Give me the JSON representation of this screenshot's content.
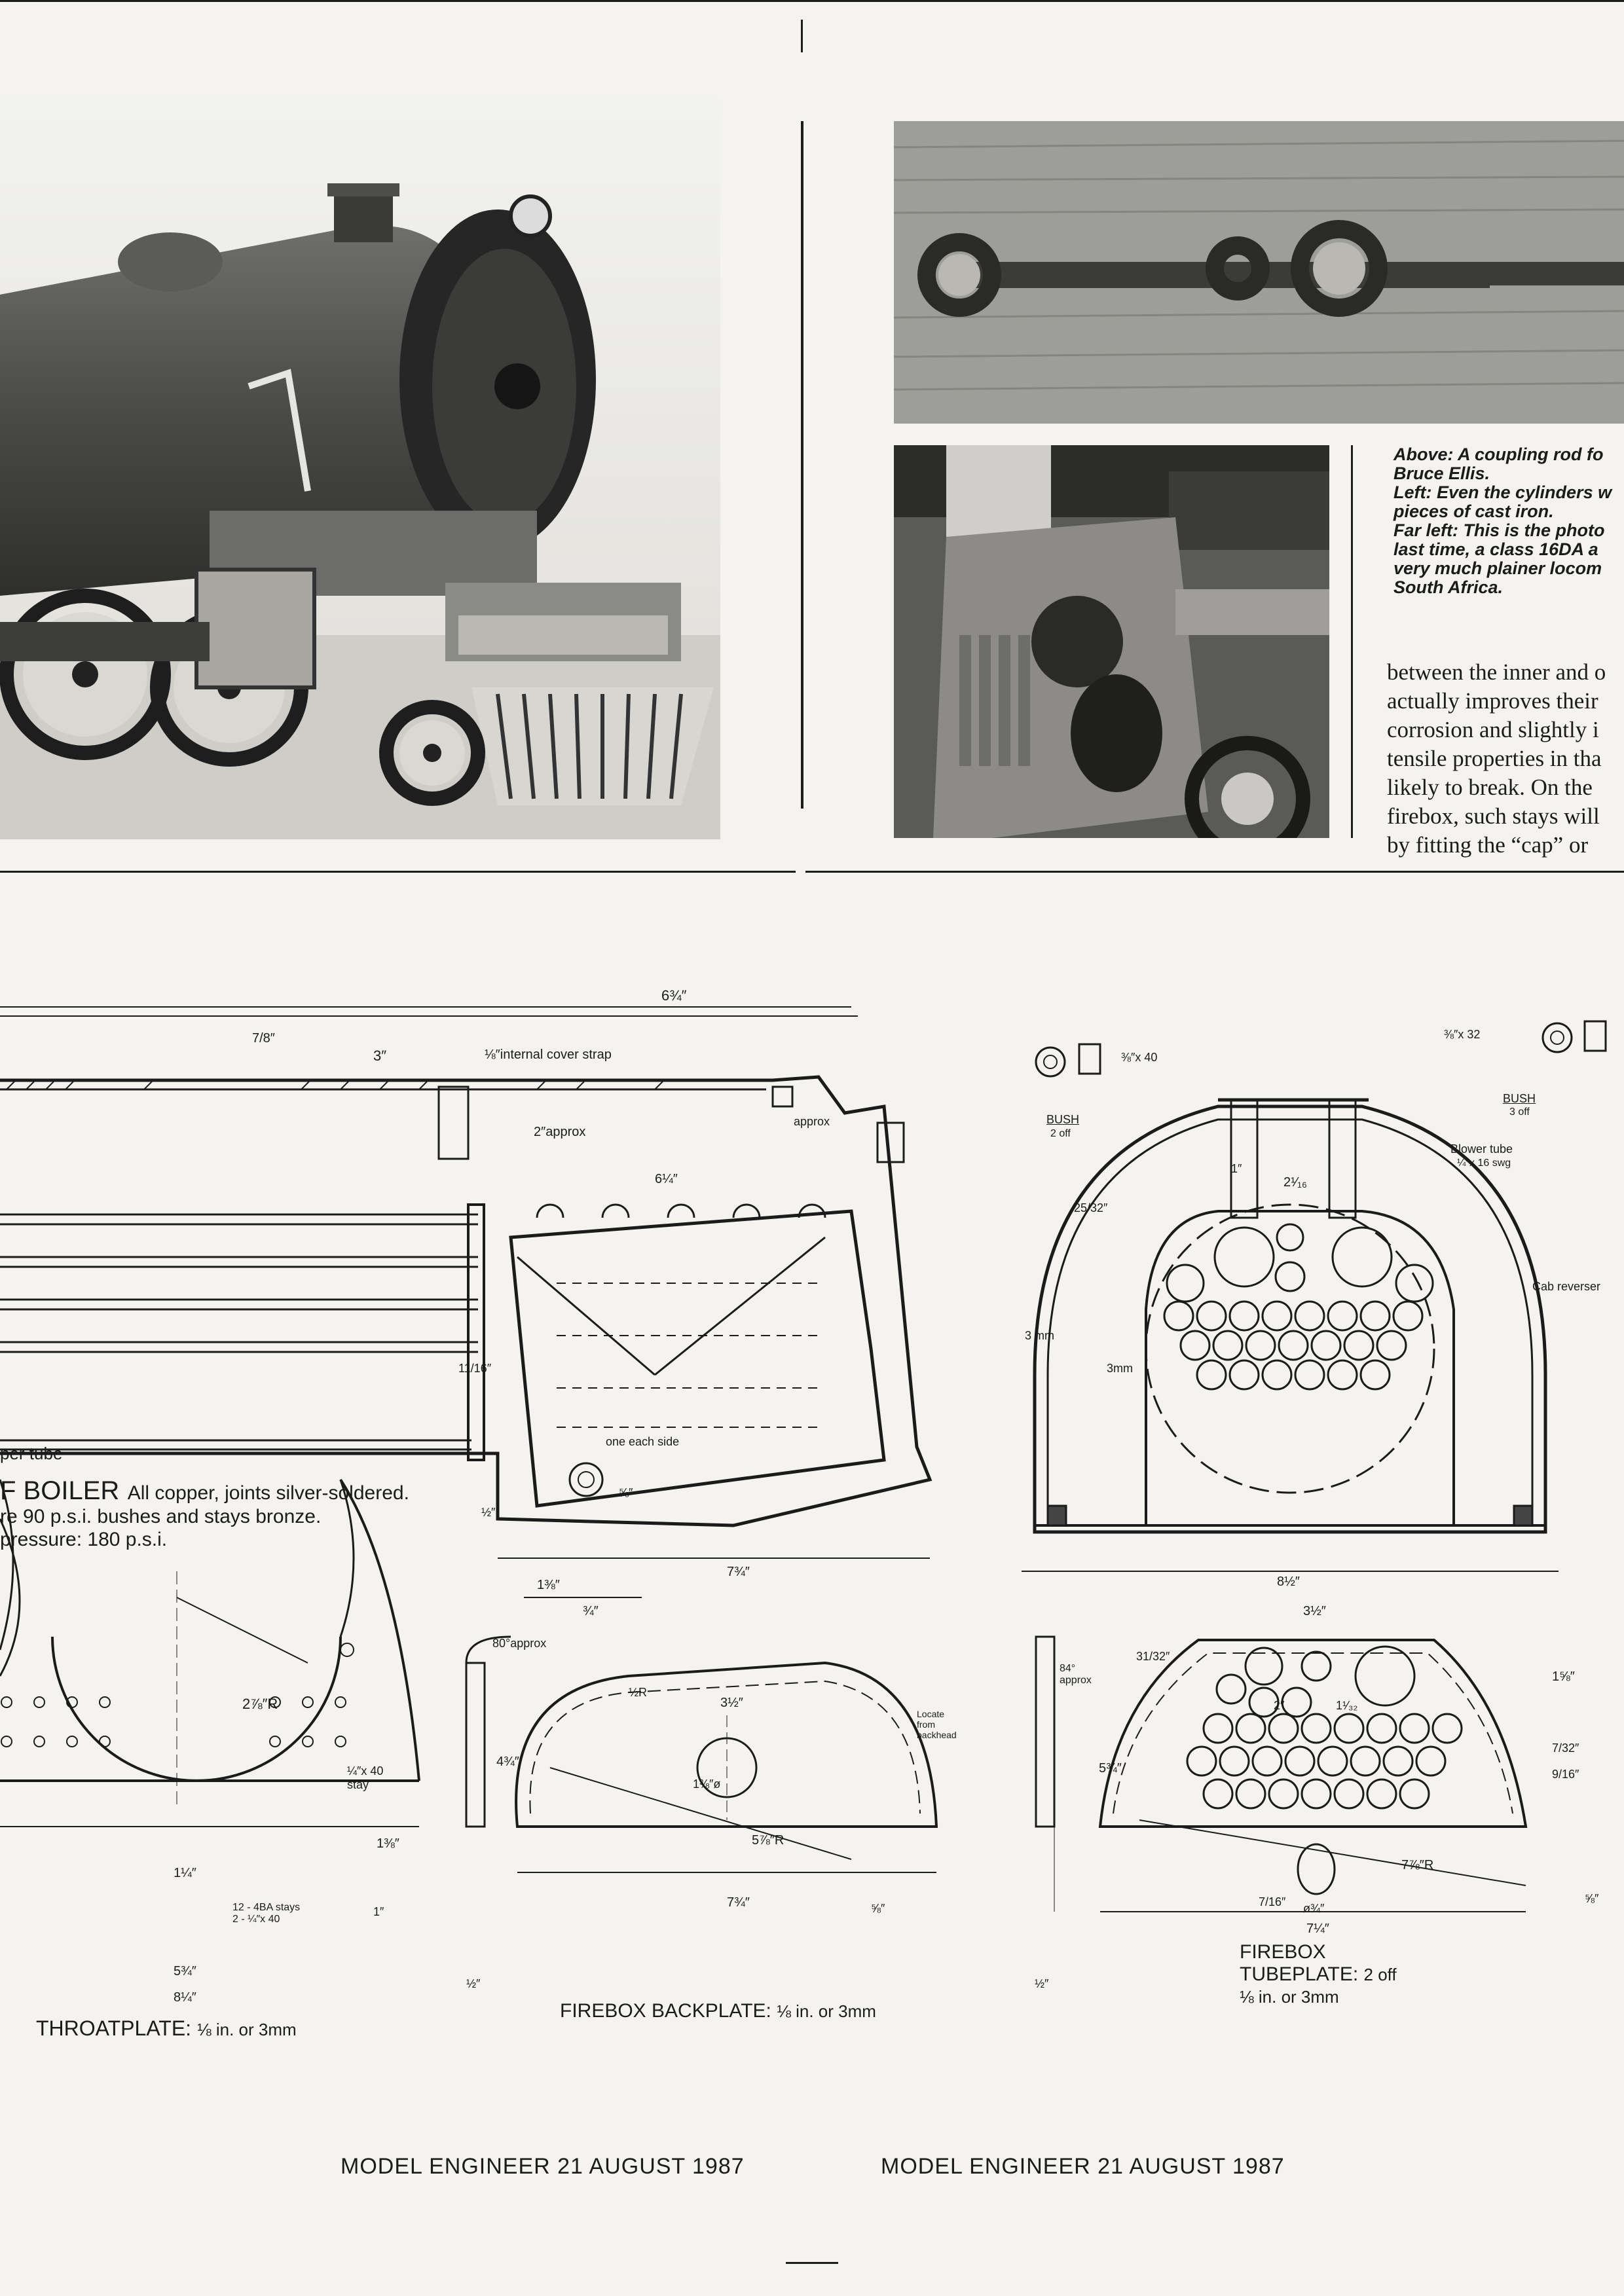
{
  "captions": {
    "lines": [
      "Above: A coupling rod fo",
      "Bruce Ellis.",
      "Left: Even the cylinders w",
      "pieces of cast iron.",
      "Far left: This is the photo",
      "last time, a class 16DA a",
      "very much plainer locom",
      "South Africa."
    ]
  },
  "article": {
    "lines": [
      "between the inner and o",
      "actually improves their",
      "corrosion and slightly i",
      "tensile properties in tha",
      "likely to break. On the",
      "firebox, such stays will",
      "by fitting the “cap” or"
    ]
  },
  "drawing": {
    "boiler_title": "F BOILER",
    "boiler_note1": "All copper, joints silver-soldered.",
    "boiler_note2": "re 90 p.s.i.   bushes and stays bronze.",
    "boiler_note3": "pressure: 180 p.s.i.",
    "copper_tube": "per tube",
    "dim_top": "6¾″",
    "dim_7_8": "7/8″",
    "dim_3": "3″",
    "cover_strap": "⅛″internal cover strap",
    "dim_2_approx": "2″approx",
    "approx": "approx",
    "one_each_side": "one each side",
    "dim_7_3_4": "7¾″",
    "dim_1_3_8": "1⅜″",
    "dim_3_4": "¾″",
    "dim_1_2": "½″",
    "dim_6_1_4": "6¼″",
    "dim_11_16": "11/16″",
    "dim_5_8": "⅝″",
    "bush_g": "BUSH",
    "bush_g_count": "2 off",
    "bush_h": "BUSH",
    "bush_h_count": "3 off",
    "blower_tube": "Blower tube",
    "blower_size": "¼″x 16 swg",
    "cab_reverser": "Cab reverser",
    "dim_3mm_a": "3 mm",
    "dim_3mm_b": "3mm",
    "dim_8_1_2": "8½″",
    "dim_2_1_16": "2¹⁄₁₆",
    "dim_1": "1″",
    "dim_25_32": "25/32″",
    "size_3_8_40": "⅜″x 40",
    "size_3_8_32": "⅜″x 32",
    "throatplate_title": "THROATPLATE:",
    "throatplate_size": "⅛ in. or 3mm",
    "throat_stay": "¼″x 40\nstay",
    "throat_stays": "12 - 4BA stays\n2 - ¼″x 40",
    "throat_r": "2⅞″R",
    "throat_w1": "5¾″",
    "throat_w2": "8¼″",
    "throat_h": "1⅜″",
    "throat_1": "1″",
    "throat_1_1_4": "1¼″",
    "backplate_title": "FIREBOX BACKPLATE:",
    "backplate_size": "⅛ in. or 3mm",
    "backplate_80": "80°approx",
    "backplate_r1": "½R",
    "backplate_3_1_2": "3½″",
    "backplate_locate": "Locate\nfrom\nbackhead",
    "backplate_hole": "1⅜″ø",
    "backplate_r2": "5⅞″R",
    "backplate_h": "4¾″",
    "backplate_w": "7¾″",
    "backplate_5_8": "⅝″",
    "backplate_1_2": "½″",
    "tubeplate_title1": "FIREBOX",
    "tubeplate_title2": "TUBEPLATE:",
    "tubeplate_count": "2 off",
    "tubeplate_size": "⅛ in. or 3mm",
    "tubeplate_84": "84°\napprox",
    "tubeplate_3_1_2": "3½″",
    "tubeplate_31_32": "31/32″",
    "tubeplate_2": "2″",
    "tubeplate_1_1_32": "1¹⁄₃₂",
    "tubeplate_h": "5¾″",
    "tubeplate_r": "7⅞″R",
    "tubeplate_7_16": "7/16″",
    "tubeplate_3_4": "ø¾″",
    "tubeplate_w": "7¼″",
    "tubeplate_1_5_8": "1⅝″",
    "tubeplate_7_32": "7/32″",
    "tubeplate_9_16": "9/16″",
    "tubeplate_5_8": "⅝″",
    "tubeplate_1_2": "½″"
  },
  "footer": {
    "left": "MODEL ENGINEER 21 AUGUST 1987",
    "right": "MODEL ENGINEER 21 AUGUST 1987"
  }
}
